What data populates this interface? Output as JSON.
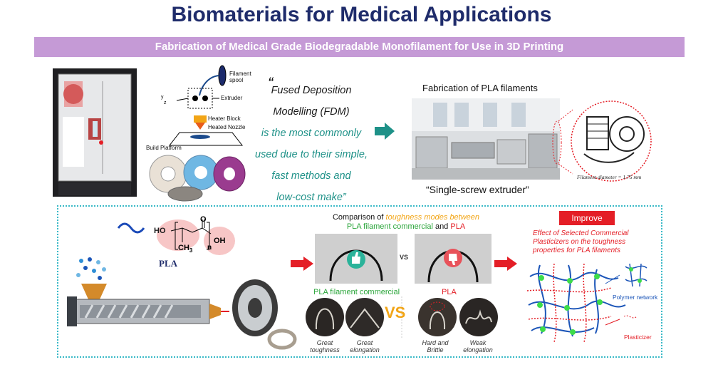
{
  "title": "Biomaterials for Medical Applications",
  "subtitle": "Fabrication of Medical Grade Biodegradable Monofilament for Use in 3D Printing",
  "fdm": {
    "quote_mark": "“",
    "quote_line1": "Fused Deposition",
    "quote_line2": "Modelling (FDM)",
    "quote_line3": "is the most commonly",
    "quote_line4": "used due to their simple,",
    "quote_line5": "fast methods and",
    "quote_line6": "low-cost make”"
  },
  "printer_diagram": {
    "filament_spool": "Filament spool",
    "extruder": "Extruder",
    "heater_block": "Heater Block",
    "heated_nozzle": "Heated Nozzle",
    "build_platform": "Build Platform"
  },
  "fabrication": {
    "title": "Fabrication of PLA filaments",
    "caption": "“Single-screw extruder”",
    "diameter": "Filament diameter = 1.75 mm"
  },
  "pla_label": "PLA",
  "chem": {
    "ho": "HO",
    "o": "O",
    "oh": "OH",
    "ch3": "CH",
    "sub3": "3",
    "n": "n"
  },
  "comparison": {
    "prefix": "Comparison of ",
    "highlight": "toughness modes between",
    "line2_a": "PLA filament commercial",
    "line2_and": " and ",
    "line2_b": "PLA",
    "vs": "VS",
    "vs_small": "VS",
    "left_title": "PLA filament commercial",
    "right_title": "PLA",
    "captions": [
      "Great toughness",
      "Great elongation",
      "Hard and Brittle",
      "Weak elongation"
    ]
  },
  "improve": {
    "button": "Improve",
    "desc": "Effect of Selected Commercial Plasticizers on the toughness properties for PLA filaments",
    "polymer_network": "Polymer network",
    "plasticizer": "Plasticizer"
  },
  "colors": {
    "title": "#1f2c6b",
    "banner": "#c59ad6",
    "teal": "#1e9188",
    "red": "#e41e26",
    "dotted": "#39b9c7",
    "highlight": "#f2a516",
    "green_text": "#2aa53a"
  }
}
